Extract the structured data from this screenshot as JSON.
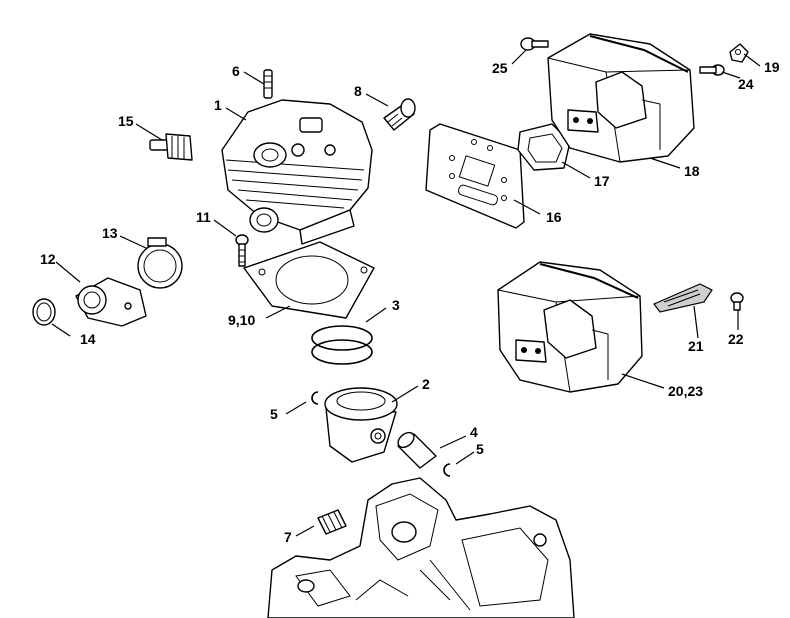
{
  "callouts": {
    "c1": "1",
    "c2": "2",
    "c3": "3",
    "c4": "4",
    "c5a": "5",
    "c5b": "5",
    "c6": "6",
    "c7": "7",
    "c8": "8",
    "c9_10": "9,10",
    "c11": "11",
    "c12": "12",
    "c13": "13",
    "c14": "14",
    "c15": "15",
    "c16": "16",
    "c17": "17",
    "c18": "18",
    "c19": "19",
    "c20_23": "20,23",
    "c21": "21",
    "c22": "22",
    "c24": "24",
    "c25": "25"
  },
  "colors": {
    "line": "#000000",
    "background": "#ffffff",
    "shade": "#cfcfcf"
  }
}
